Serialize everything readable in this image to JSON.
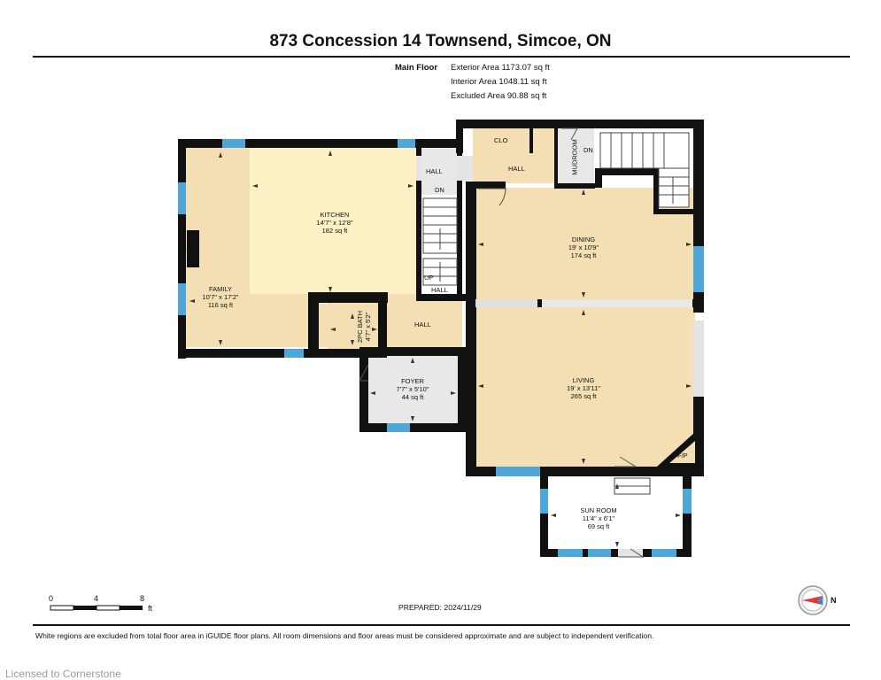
{
  "title": "873 Concession 14 Townsend, Simcoe, ON",
  "floor": {
    "label": "Main Floor",
    "areas": [
      "Exterior Area 1173.07 sq ft",
      "Interior Area 1048.11 sq ft",
      "Excluded Area 90.88 sq ft"
    ]
  },
  "rooms": {
    "kitchen": {
      "name": "KITCHEN",
      "dims": "14'7\" x 12'8\"",
      "area": "182 sq ft"
    },
    "family": {
      "name": "FAMILY",
      "dims": "10'7\" x 17'2\"",
      "area": "116 sq ft"
    },
    "dining": {
      "name": "DINING",
      "dims": "19' x 10'9\"",
      "area": "174 sq ft"
    },
    "living": {
      "name": "LIVING",
      "dims": "19' x 13'11\"",
      "area": "265 sq ft"
    },
    "foyer": {
      "name": "FOYER",
      "dims": "7'7\" x 5'10\"",
      "area": "44 sq ft"
    },
    "sunroom": {
      "name": "SUN ROOM",
      "dims": "11'4\" x 6'1\"",
      "area": "69 sq ft"
    },
    "bath": {
      "name": "2PC BATH",
      "dims": "4'7\" x 5'2\""
    },
    "hall_top": "HALL",
    "hall_upper": "HALL",
    "hall_stair": "HALL",
    "hall_mid": "HALL",
    "clo": "CLO",
    "mudroom": "MUDROOM",
    "dn_mud": "DN",
    "dn_stair": "DN",
    "up_stair": "UP",
    "fp_family": "F/P",
    "fp_living": "F/P"
  },
  "scale": {
    "ticks": [
      "0",
      "4",
      "8"
    ],
    "unit": "ft"
  },
  "compass": {
    "label": "N",
    "icon": "compass-icon"
  },
  "prepared": "PREPARED: 2024/11/29",
  "footer": "White regions are excluded from total floor area in iGUIDE floor plans. All room dimensions and floor areas must be considered approximate and are subject to independent verification.",
  "watermark": "Licensed to Cornerstone",
  "colors": {
    "floor_beige": "#f3dfb3",
    "kitchen_yellow": "#fbf1c4",
    "wall": "#111111",
    "window": "#4fa6d8",
    "grey": "#e8e8e8"
  }
}
